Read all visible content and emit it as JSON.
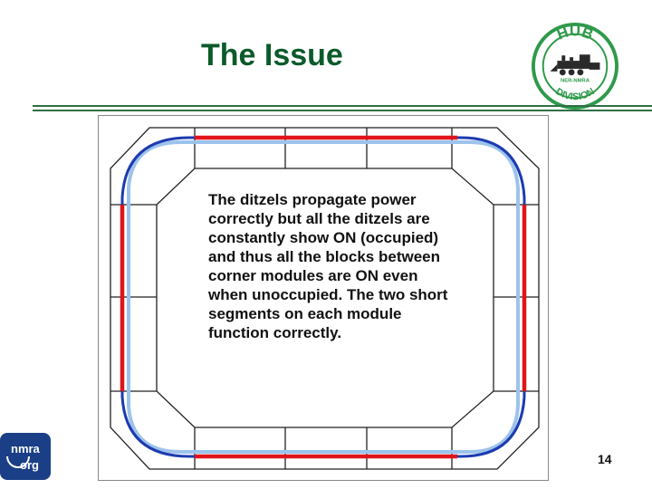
{
  "slide": {
    "title": "The Issue",
    "description": "The ditzels propagate power correctly but all the ditzels are constantly show ON (occupied) and thus all the blocks between corner modules are ON even when unoccupied.  The two short segments on each module function correctly.",
    "page_number": "14"
  },
  "logos": {
    "hub_division": {
      "top_text": "HUB",
      "bottom_text": "DIVISION",
      "middle_text": "NER-NMRA",
      "color": "#2e9a4a"
    },
    "nmra": {
      "text_top": "nmra",
      "text_bottom": "org",
      "color": "#1a3f86"
    }
  },
  "colors": {
    "title": "#0b5a2a",
    "track_red": "#e0141a",
    "track_blue": "#1d3bb0",
    "track_lightblue": "#9cc3ec"
  }
}
